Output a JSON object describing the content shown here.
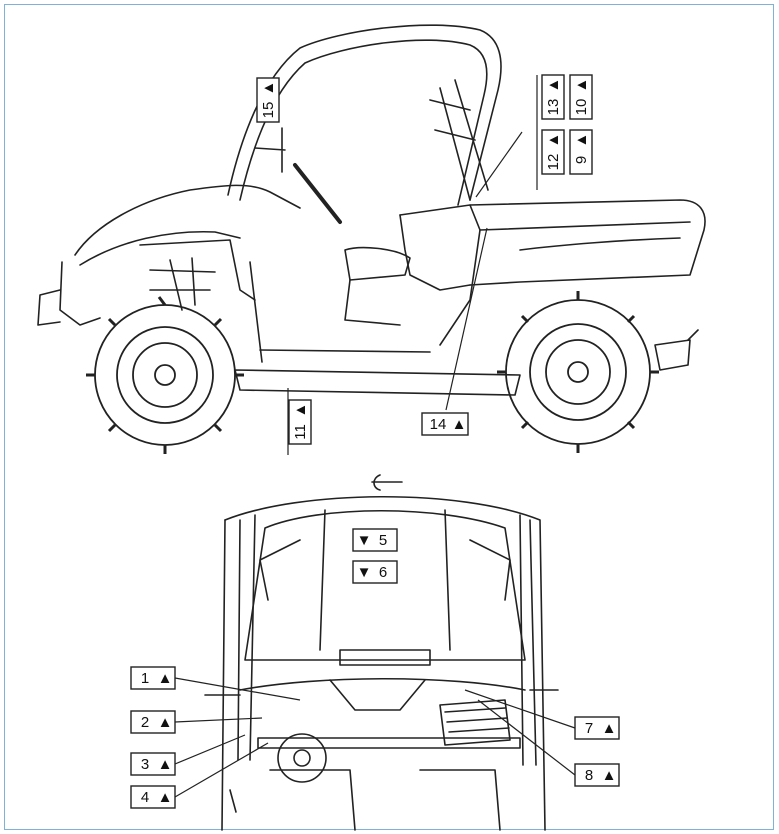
{
  "colors": {
    "frame_border": "#7fb2d6",
    "line": "#222222",
    "background": "#ffffff"
  },
  "callouts": {
    "c1": "1",
    "c2": "2",
    "c3": "3",
    "c4": "4",
    "c5": "5",
    "c6": "6",
    "c7": "7",
    "c8": "8",
    "c9": "9",
    "c10": "10",
    "c11": "11",
    "c12": "12",
    "c13": "13",
    "c14": "14",
    "c15": "15"
  },
  "arrow_glyphs": {
    "up": "▲",
    "down": "▼"
  }
}
